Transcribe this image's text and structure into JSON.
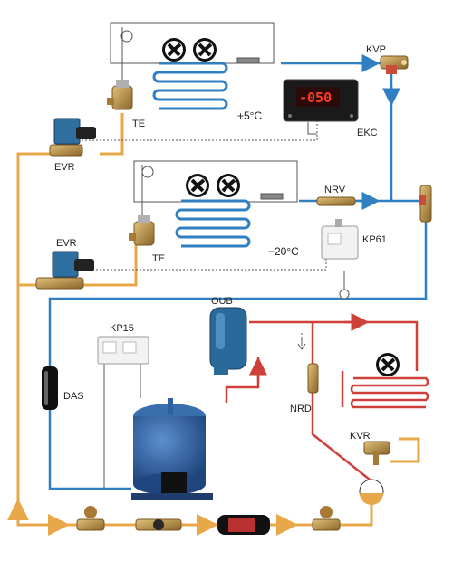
{
  "diagram": {
    "labels": {
      "kvp": "KVP",
      "te_upper": "TE",
      "te_lower": "TE",
      "temp_upper": "+5°C",
      "temp_lower": "−20°C",
      "ekc": "EKC",
      "evr_upper": "EVR",
      "evr_lower": "EVR",
      "nrv": "NRV",
      "kp61": "KP61",
      "kp15": "KP15",
      "oub": "OUB",
      "das": "DAS",
      "nrd": "NRD",
      "kvr": "KVR"
    },
    "controller_display": "-050",
    "colors": {
      "liquid_line": "#e8a84a",
      "suction_line": "#2f7fc1",
      "discharge_line": "#d0403a",
      "capillary": "#555555",
      "compressor": "#2f5f9f",
      "brass": "#b98a3c"
    }
  }
}
